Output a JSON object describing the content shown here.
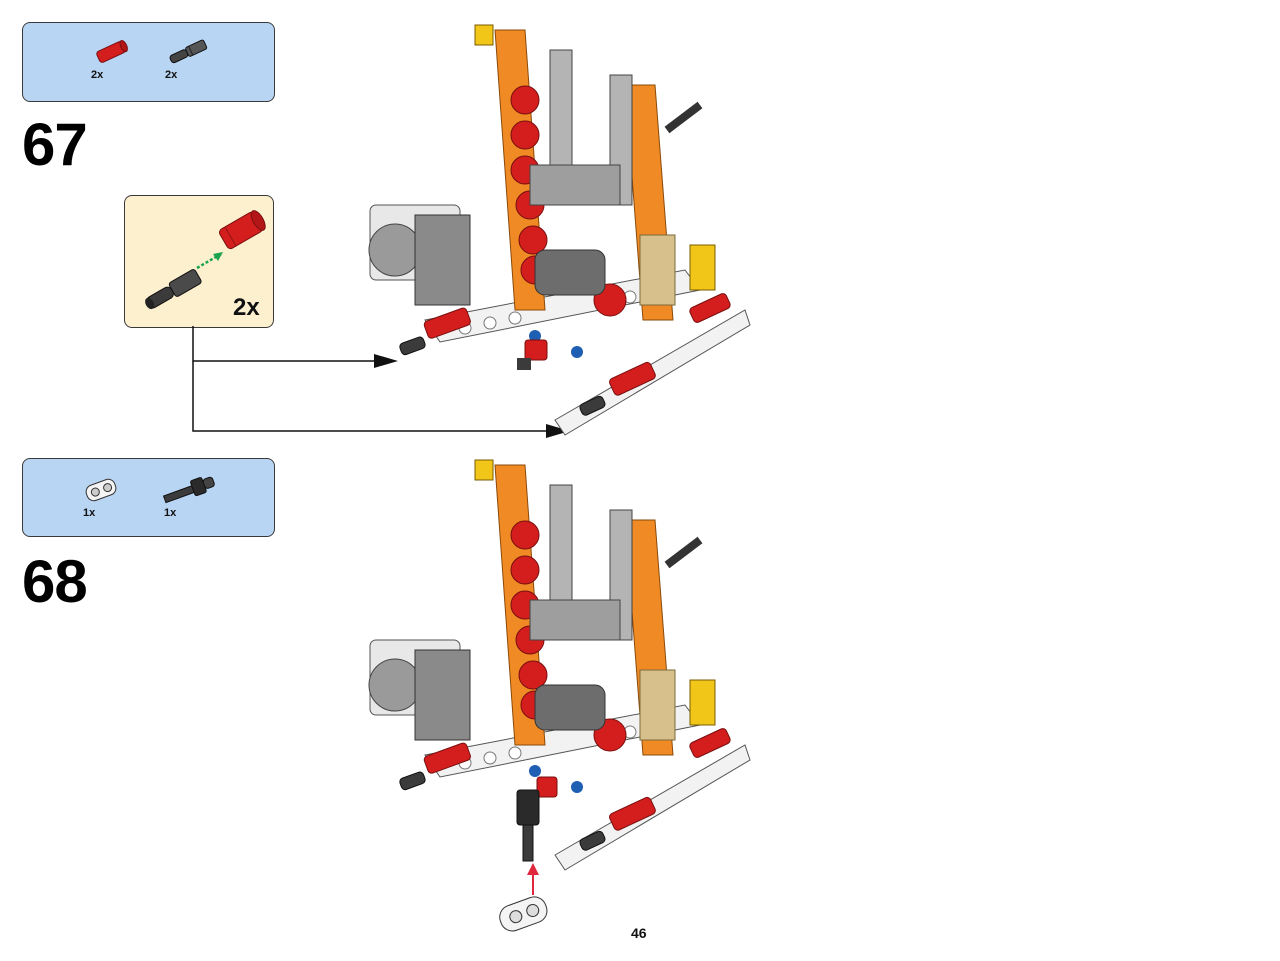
{
  "page": {
    "number": "46"
  },
  "steps": [
    {
      "number": "67",
      "parts": [
        {
          "icon": "red-axle-connector-icon",
          "qty": "2x",
          "color": "#d41e1e"
        },
        {
          "icon": "black-axle-pin-icon",
          "qty": "2x",
          "color": "#3a3a3a"
        }
      ],
      "subassembly": {
        "qty": "2x",
        "icon": "pin-into-connector-icon"
      }
    },
    {
      "number": "68",
      "parts": [
        {
          "icon": "white-cross-block-icon",
          "qty": "1x",
          "color": "#f2f2f2"
        },
        {
          "icon": "black-axle-with-pin-icon",
          "qty": "1x",
          "color": "#3a3a3a"
        }
      ]
    }
  ],
  "colors": {
    "parts_box": "#b8d5f3",
    "subassembly_box": "#fdf0cf",
    "orange_beam": "#f08a24",
    "red_gear": "#d41e1e"
  }
}
